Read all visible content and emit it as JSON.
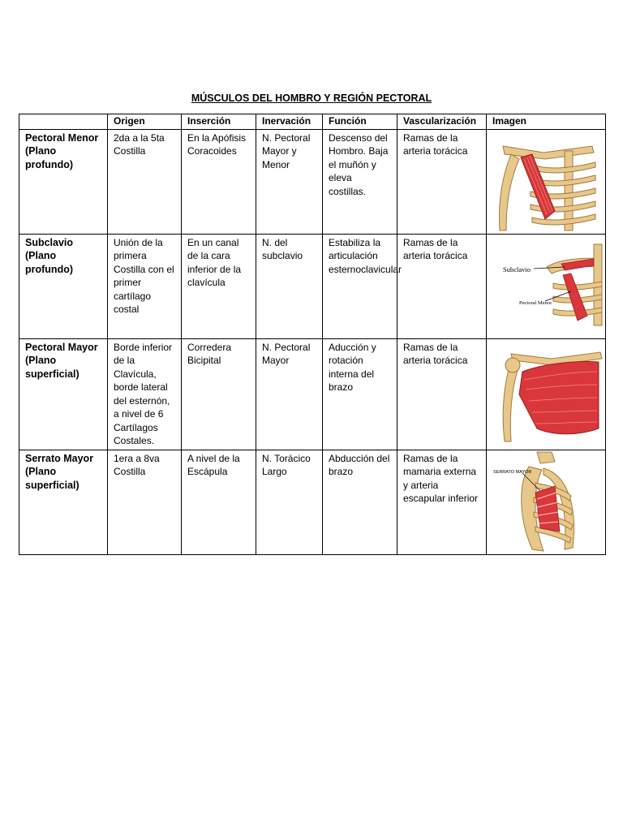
{
  "title": "MÚSCULOS DEL HOMBRO Y REGIÓN PECTORAL",
  "headers": [
    "",
    "Origen",
    "Inserción",
    "Inervación",
    "Función",
    "Vascularización",
    "Imagen"
  ],
  "rows": [
    {
      "name": "Pectoral Menor (Plano profundo)",
      "origen": "2da a la 5ta Costilla",
      "insercion": "En la Apófisis Coracoides",
      "inervacion": "N. Pectoral Mayor y Menor",
      "funcion": "Descenso del Hombro. Baja el muñón y eleva costillas.",
      "vascularizacion": "Ramas de la arteria torácica",
      "image_labels": []
    },
    {
      "name": "Subclavio (Plano profundo)",
      "origen": "Unión de la primera Costilla con el primer cartílago costal",
      "insercion": "En un canal de la cara inferior de la clavícula",
      "inervacion": "N. del subclavio",
      "funcion": "Estabiliza la articulación esternoclavicular",
      "vascularizacion": "Ramas de la arteria torácica",
      "image_labels": [
        "Subclavio",
        "Pectoral Menor"
      ]
    },
    {
      "name": "Pectoral Mayor (Plano superficial)",
      "origen": "Borde inferior de la Clavícula, borde lateral del esternón, a nivel de 6 Cartílagos Costales.",
      "insercion": "Corredera Bicipital",
      "inervacion": "N. Pectoral Mayor",
      "funcion": "Aducción y rotación interna del brazo",
      "vascularizacion": "Ramas de la arteria torácica",
      "image_labels": []
    },
    {
      "name": "Serrato Mayor (Plano superficial)",
      "origen": "1era a 8va Costilla",
      "insercion": "A nivel de la Escápula",
      "inervacion": "N. Torácico Largo",
      "funcion": "Abducción del brazo",
      "vascularizacion": "Ramas de la mamaria externa y arteria escapular inferior",
      "image_labels": [
        "SERRATO MAYOR"
      ]
    }
  ],
  "colors": {
    "muscle": "#d9373a",
    "bone": "#e8c88a",
    "bone_edge": "#a27a3c"
  }
}
